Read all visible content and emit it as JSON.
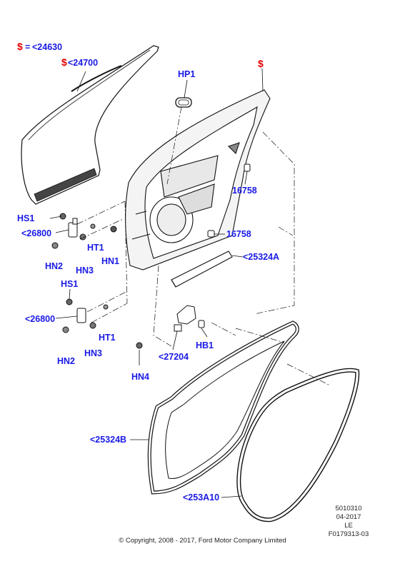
{
  "legend": {
    "symbol": "$",
    "equals": "=",
    "ref": "<24630"
  },
  "labels": {
    "p24700": "<24700",
    "hp1": "HP1",
    "p16758a": "16758",
    "p16758b": "16758",
    "hs1a": "HS1",
    "p26800a": "<26800",
    "ht1a": "HT1",
    "hn1": "HN1",
    "hn2a": "HN2",
    "hn3a": "HN3",
    "p25324a": "<25324A",
    "hs1b": "HS1",
    "p26800b": "<26800",
    "ht1b": "HT1",
    "hn2b": "HN2",
    "hn3b": "HN3",
    "p27204": "<27204",
    "hb1": "HB1",
    "hn4": "HN4",
    "p25324b": "<25324B",
    "p253a10": "<253A10"
  },
  "markers": {
    "dollar_a": "$",
    "dollar_b": "$"
  },
  "meta": {
    "code": "5010310",
    "date": "04-2017",
    "side": "LE",
    "ref": "F0179313-03"
  },
  "copyright": "© Copyright, 2008 - 2017, Ford Motor Company Limited",
  "colors": {
    "label": "#1a1ae6",
    "marker": "#e60000",
    "line": "#111111"
  }
}
